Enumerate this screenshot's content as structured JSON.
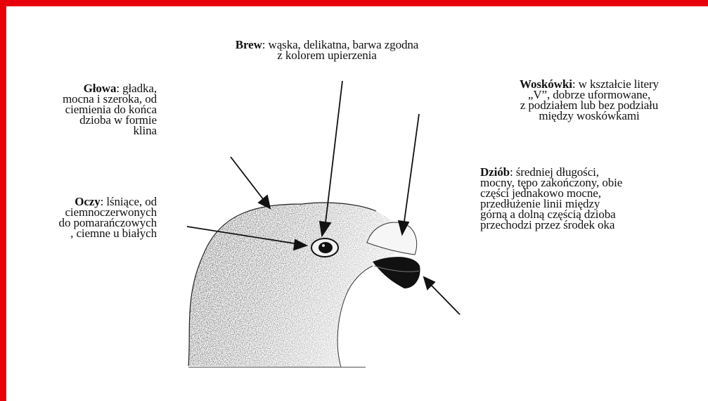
{
  "brew": {
    "term": "Brew",
    "rest": ": wąska, delikatna, barwa zgodna",
    "line2": "z kolorem upierzenia"
  },
  "glowa": {
    "term": "Głowa",
    "rest": ": gładka,",
    "line2": "mocna i szeroka, od",
    "line3": "ciemienia do końca",
    "line4": "dzioba w formie",
    "line5": "klina"
  },
  "oczy": {
    "term": "Oczy",
    "rest": ": lśniące, od",
    "line2": "ciemnoczerwonych",
    "line3": "do pomarańczowych",
    "line4": ", ciemne u białych"
  },
  "woskowki": {
    "term": "Woskówki",
    "rest": ": w kształcie litery",
    "line2": "„V”, dobrze uformowane,",
    "line3": "z podziałem lub bez podziału",
    "line4": "między woskówkami"
  },
  "dziob": {
    "term": "Dziób",
    "rest": ": średniej długości,",
    "line2": "mocny, tępo zakończony, obie",
    "line3": "części jednakowo mocne,",
    "line4": "przedłużenie linii między",
    "line5": "górną a dolną częścią dzioba",
    "line6": "przechodzi przez środek oka"
  },
  "colors": {
    "frame": "#e8000b",
    "ink": "#111111"
  }
}
